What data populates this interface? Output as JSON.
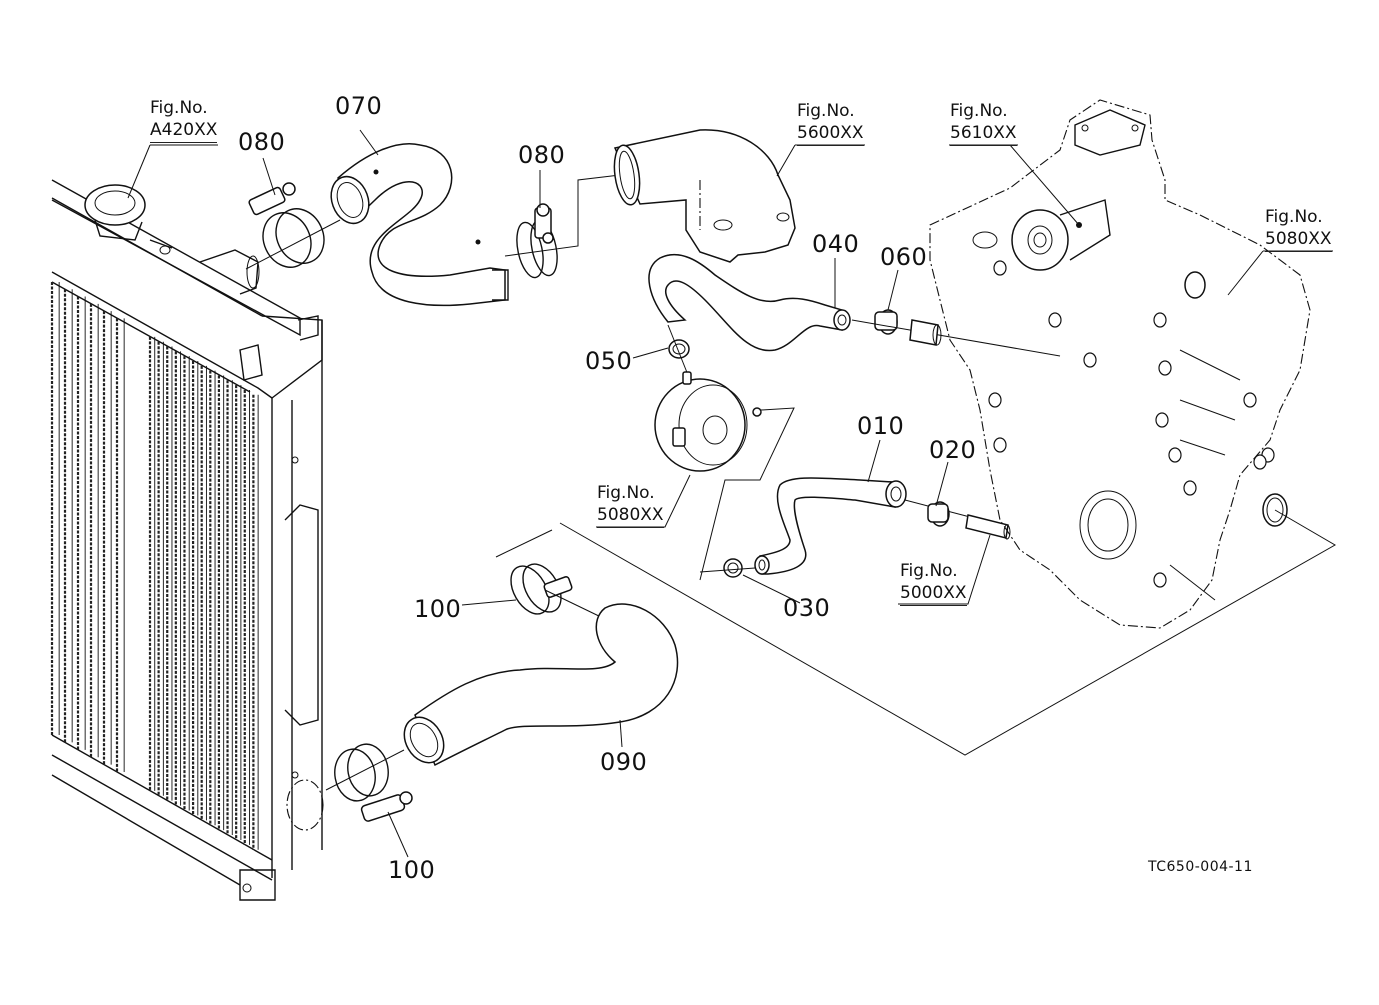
{
  "diagram": {
    "document_id": "TC650-004-11",
    "fig_ref_prefix": "Fig.No.",
    "figure_refs": [
      {
        "id": "fig-a420",
        "line1": "Fig.No.",
        "code": "A420XX",
        "target": "radiator"
      },
      {
        "id": "fig-5600",
        "line1": "Fig.No.",
        "code": "5600XX",
        "target": "thermostat-housing"
      },
      {
        "id": "fig-5610",
        "line1": "Fig.No.",
        "code": "5610XX",
        "target": "water-pump"
      },
      {
        "id": "fig-5080-right",
        "line1": "Fig.No.",
        "code": "5080XX",
        "target": "gear-case"
      },
      {
        "id": "fig-5080-left",
        "line1": "Fig.No.",
        "code": "5080XX",
        "target": "oil-cooler"
      },
      {
        "id": "fig-5000",
        "line1": "Fig.No.",
        "code": "5000XX",
        "target": "nipple-fitting"
      }
    ],
    "parts": [
      {
        "id": "p010",
        "number": "010",
        "part": "hose"
      },
      {
        "id": "p020",
        "number": "020",
        "part": "clamp"
      },
      {
        "id": "p030",
        "number": "030",
        "part": "clamp"
      },
      {
        "id": "p040",
        "number": "040",
        "part": "hose"
      },
      {
        "id": "p050",
        "number": "050",
        "part": "clamp"
      },
      {
        "id": "p060",
        "number": "060",
        "part": "clamp"
      },
      {
        "id": "p070",
        "number": "070",
        "part": "upper radiator hose"
      },
      {
        "id": "p080a",
        "number": "080",
        "part": "hose clamp (radiator side)"
      },
      {
        "id": "p080b",
        "number": "080",
        "part": "hose clamp (thermostat side)"
      },
      {
        "id": "p090",
        "number": "090",
        "part": "lower radiator hose"
      },
      {
        "id": "p100a",
        "number": "100",
        "part": "hose clamp (engine side)"
      },
      {
        "id": "p100b",
        "number": "100",
        "part": "hose clamp (radiator side)"
      }
    ]
  }
}
